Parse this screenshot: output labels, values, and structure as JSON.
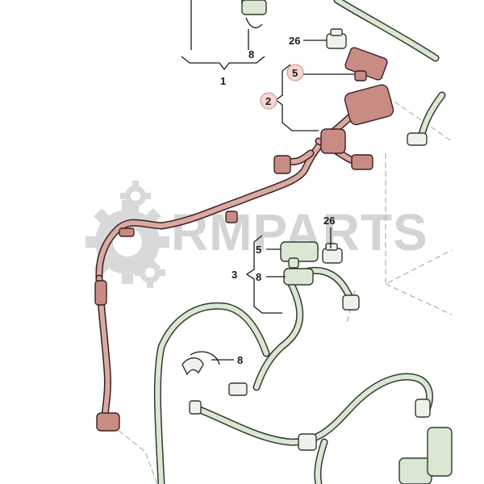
{
  "diagram": {
    "callouts": {
      "c1": "1",
      "c2": "2",
      "c3": "3",
      "c5_top": "5",
      "c5_mid": "5",
      "c8_top": "8",
      "c8_mid": "8",
      "c8_low": "8",
      "c26_top": "26",
      "c26_mid": "26"
    },
    "highlighted_callouts": [
      "2",
      "5"
    ],
    "watermark": "RMPARTS",
    "colors": {
      "highlight_pipe": "#d9a9a3",
      "normal_pipe": "#dbe7d3",
      "outline": "#2f3b2f",
      "callout_ring": "#f3d7d2"
    }
  }
}
